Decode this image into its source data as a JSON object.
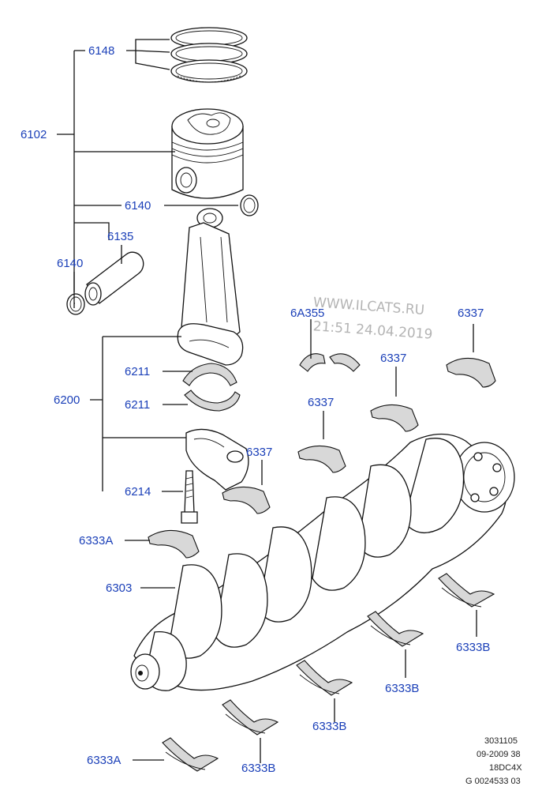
{
  "labels": {
    "l6148": "6148",
    "l6102": "6102",
    "l6140a": "6140",
    "l6135": "6135",
    "l6140b": "6140",
    "l6211a": "6211",
    "l6211b": "6211",
    "l6200": "6200",
    "l6214": "6214",
    "l6337a": "6337",
    "l6A355": "6A355",
    "l6337b": "6337",
    "l6337c": "6337",
    "l6337d": "6337",
    "l6333Aa": "6333A",
    "l6303": "6303",
    "l6333Ba": "6333B",
    "l6333Bb": "6333B",
    "l6333Bc": "6333B",
    "l6333Ab": "6333A",
    "l6333Bd": "6333B"
  },
  "watermark": {
    "site": "WWW.ILCATS.RU",
    "timestamp": "21:51 24.04.2019"
  },
  "reference": {
    "line1": "3031105",
    "line2": "09-2009 38",
    "line3": "18DC4X",
    "line4": "G 0024533 03"
  },
  "colors": {
    "label": "#1a3fb8",
    "line": "#111111",
    "watermark": "#b4b4b4"
  }
}
